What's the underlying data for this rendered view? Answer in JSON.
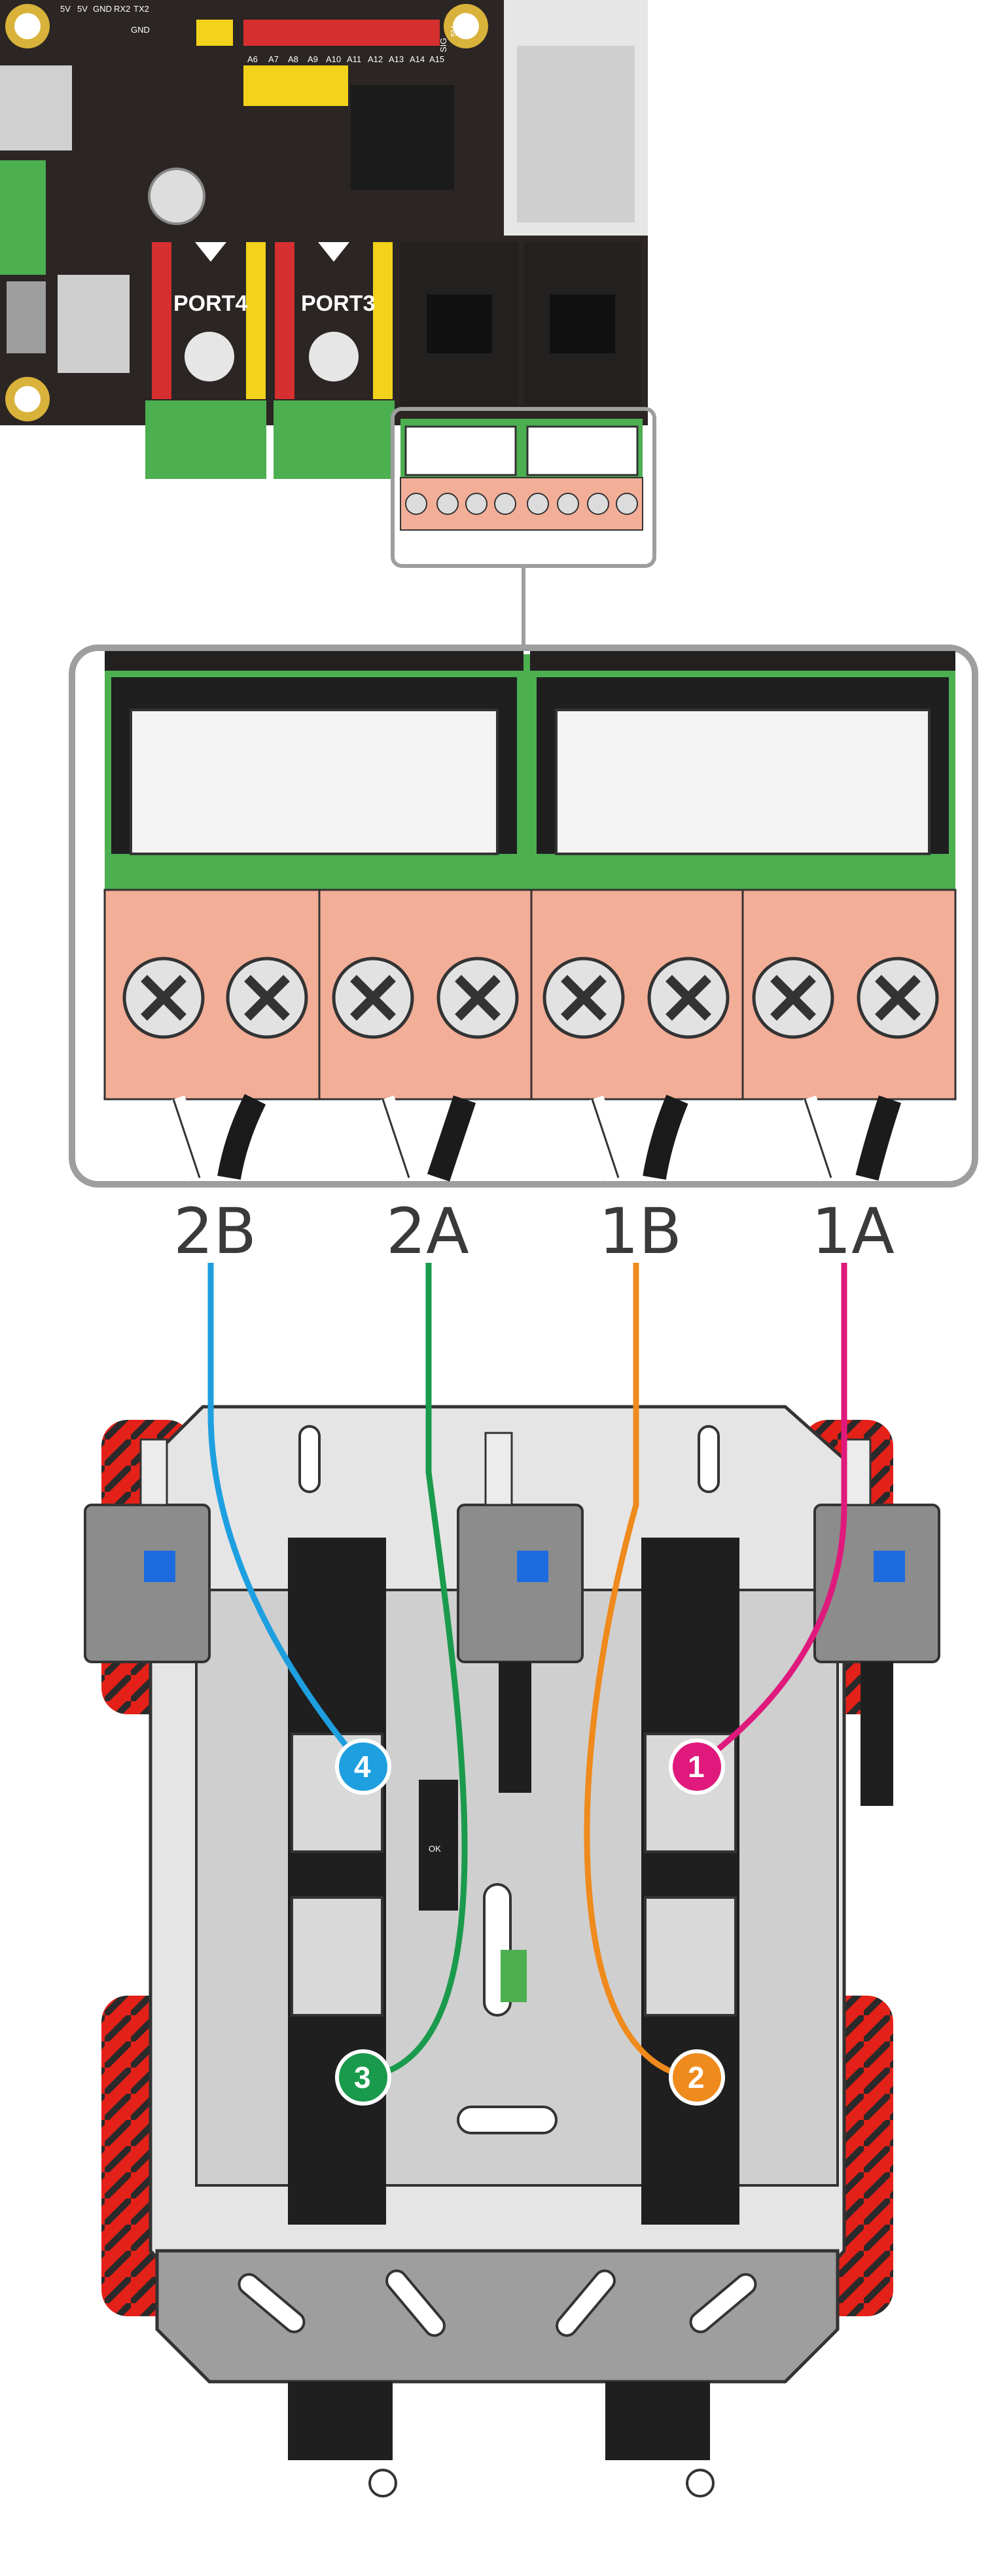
{
  "board": {
    "top_pin_labels": [
      "5V",
      "5V",
      "GND",
      "RX2",
      "TX2"
    ],
    "gnd_label": "GND",
    "analog_labels": [
      "A6",
      "A7",
      "A8",
      "A9",
      "A10",
      "A11",
      "A12",
      "A13",
      "A14",
      "A15"
    ],
    "side_labels": [
      "SIG",
      "5V",
      "GND"
    ],
    "ports": [
      "PORT4",
      "PORT3"
    ]
  },
  "wires": [
    {
      "label": "2B",
      "color": "#1e9fe0",
      "motor": "4"
    },
    {
      "label": "2A",
      "color": "#1a9a4c",
      "motor": "3"
    },
    {
      "label": "1B",
      "color": "#ef8a1c",
      "motor": "2"
    },
    {
      "label": "1A",
      "color": "#e0197d",
      "motor": "1"
    }
  ],
  "chip_marking": "OK",
  "colors": {
    "board": "#2b2523",
    "terminal": "#f3ae98",
    "pcb_green": "#4caf50",
    "wheel": "#e32119",
    "chassis": "#d9d9d9"
  }
}
